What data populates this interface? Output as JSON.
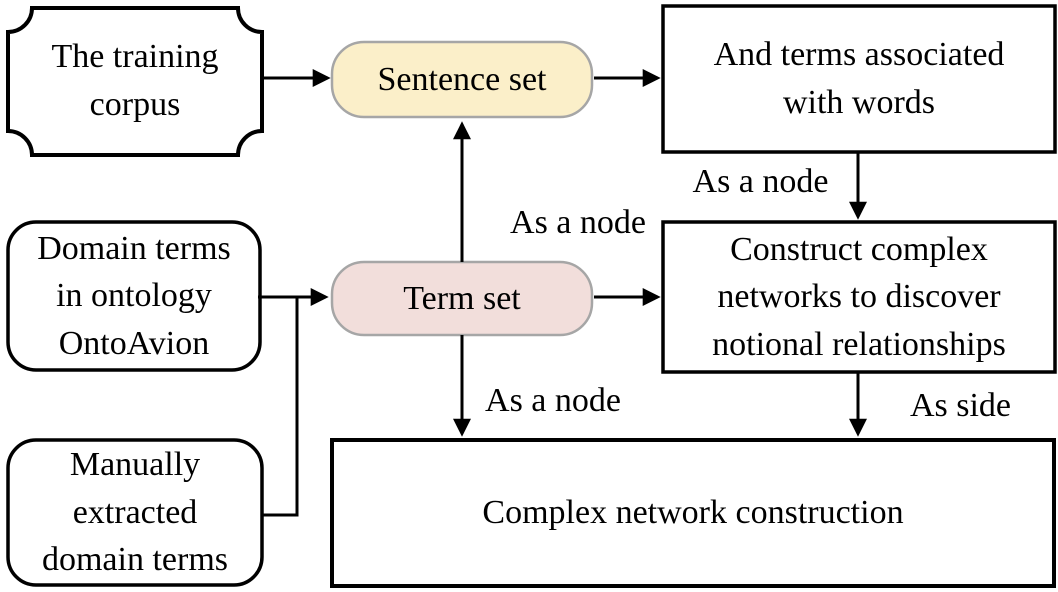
{
  "diagram": {
    "nodes": {
      "training_corpus": {
        "label": "The training\ncorpus"
      },
      "sentence_set": {
        "label": "Sentence set",
        "fill": "#FBEFC9",
        "border": "#A6A6A6"
      },
      "terms_associated": {
        "label": "And terms associated\nwith words"
      },
      "domain_terms_ontology": {
        "label": "Domain terms\nin ontology\nOntoAvion"
      },
      "term_set": {
        "label": "Term set",
        "fill": "#F2DEDB",
        "border": "#A6A6A6"
      },
      "construct_networks": {
        "label": "Construct complex\nnetworks to discover\nnotional relationships"
      },
      "manually_extracted": {
        "label": "Manually\nextracted\ndomain terms"
      },
      "complex_network_construction": {
        "label": "Complex network construction"
      }
    },
    "edge_labels": {
      "top": "As a node",
      "right": "As a node",
      "bottom": "As a node",
      "side": "As side"
    },
    "colors": {
      "line": "#000000",
      "node_fill": "#ffffff",
      "sentence_set_fill": "#FBEFC9",
      "term_set_fill": "#F2DEDB",
      "stadium_border": "#A6A6A6"
    }
  }
}
